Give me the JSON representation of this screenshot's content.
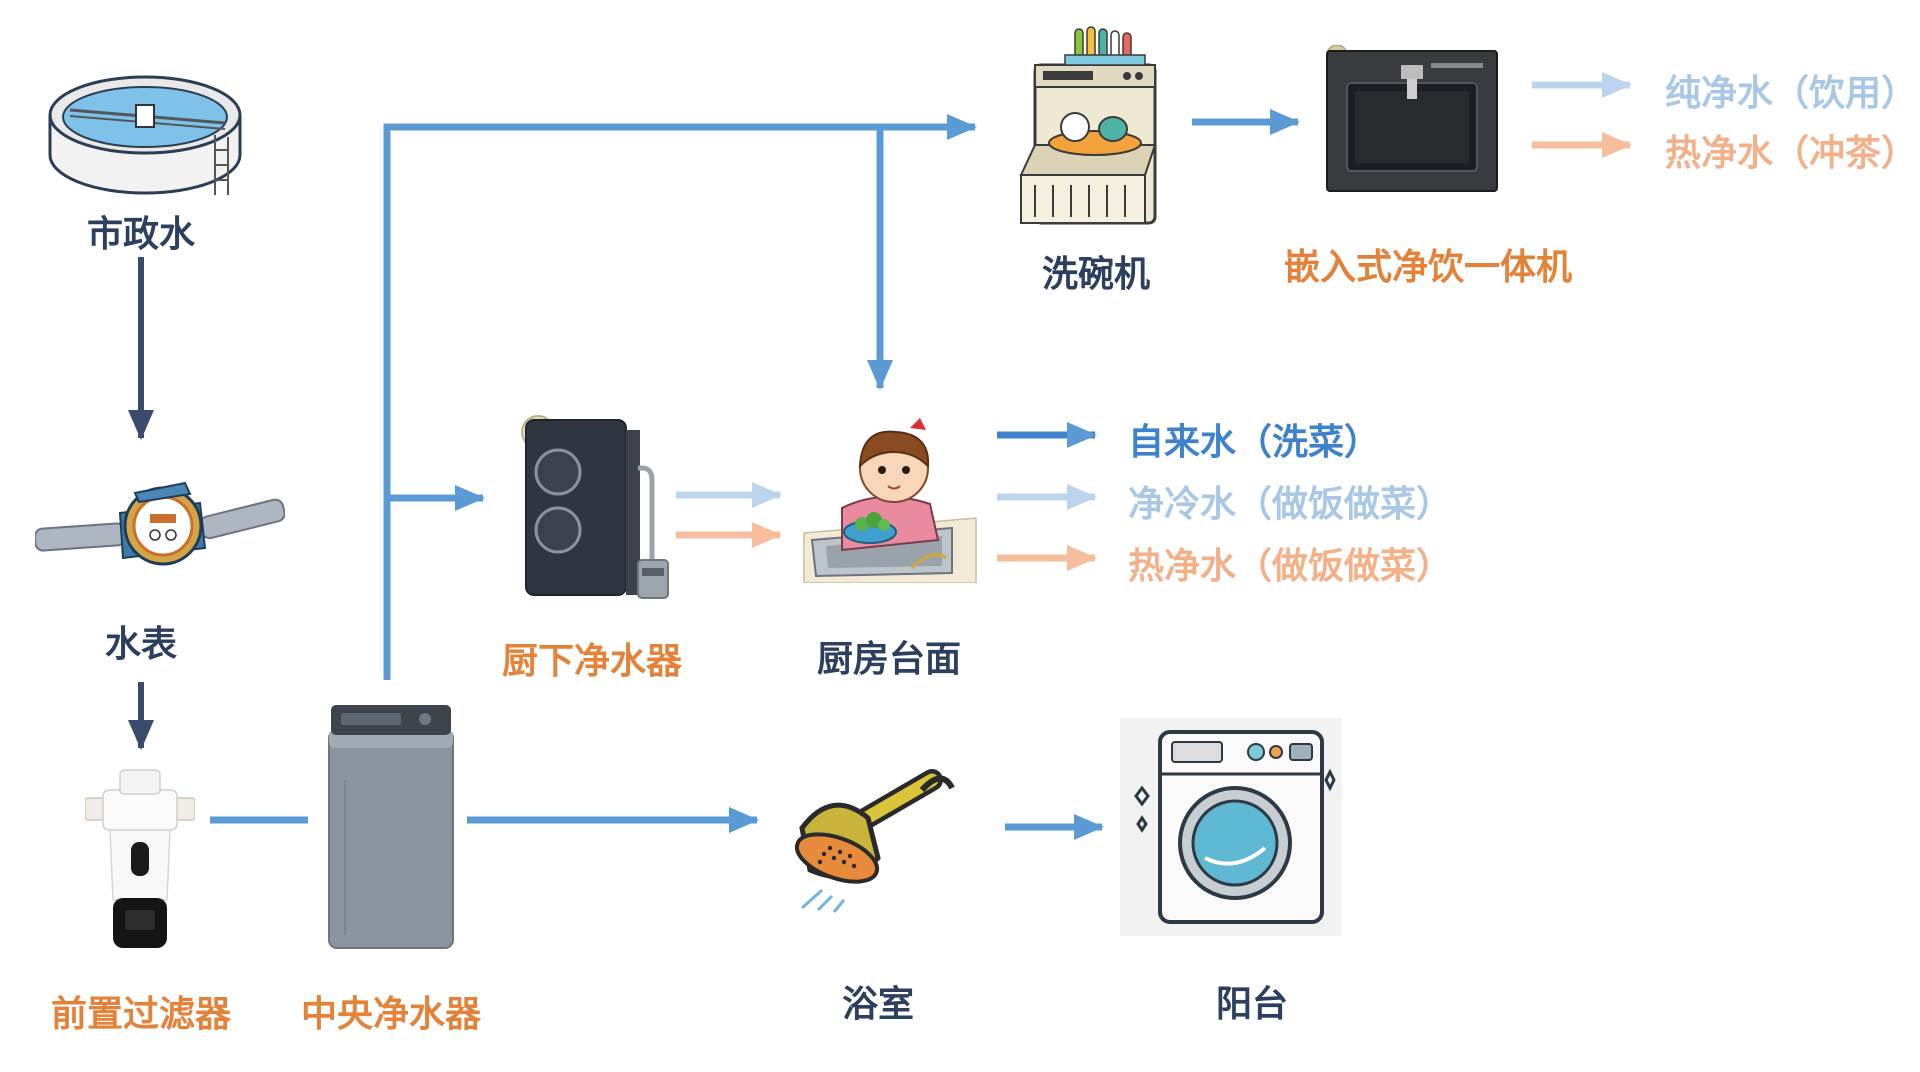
{
  "nodes": {
    "municipal": {
      "label": "市政水",
      "icon": "water-treatment-tank-icon"
    },
    "meter": {
      "label": "水表",
      "icon": "water-meter-icon"
    },
    "prefilter": {
      "label": "前置过滤器",
      "icon": "pre-filter-icon"
    },
    "central_purifier": {
      "label": "中央净水器",
      "icon": "central-water-purifier-icon"
    },
    "under_sink": {
      "label": "厨下净水器",
      "icon": "under-sink-purifier-icon"
    },
    "kitchen_counter": {
      "label": "厨房台面",
      "icon": "girl-washing-vegetables-icon"
    },
    "dishwasher": {
      "label": "洗碗机",
      "icon": "dishwasher-icon"
    },
    "builtin_dispenser": {
      "label": "嵌入式净饮一体机",
      "icon": "built-in-water-dispenser-icon"
    },
    "bathroom": {
      "label": "浴室",
      "icon": "shower-head-icon"
    },
    "balcony": {
      "label": "阳台",
      "icon": "washing-machine-icon"
    }
  },
  "outputs": {
    "dispenser_pure": "纯净水（饮用）",
    "dispenser_hot": "热净水（冲茶）",
    "tap_water": "自来水（洗菜）",
    "cold_purified": "净冷水（做饭做菜）",
    "hot_purified": "热净水（做饭做菜）"
  },
  "colors": {
    "navy": "#2c3f5e",
    "orange": "#e4823a",
    "blue": "#3f82cc",
    "pipe_blue": "#5b9bd5",
    "light_blue": "#a9c8e6",
    "peach": "#f3b189"
  }
}
